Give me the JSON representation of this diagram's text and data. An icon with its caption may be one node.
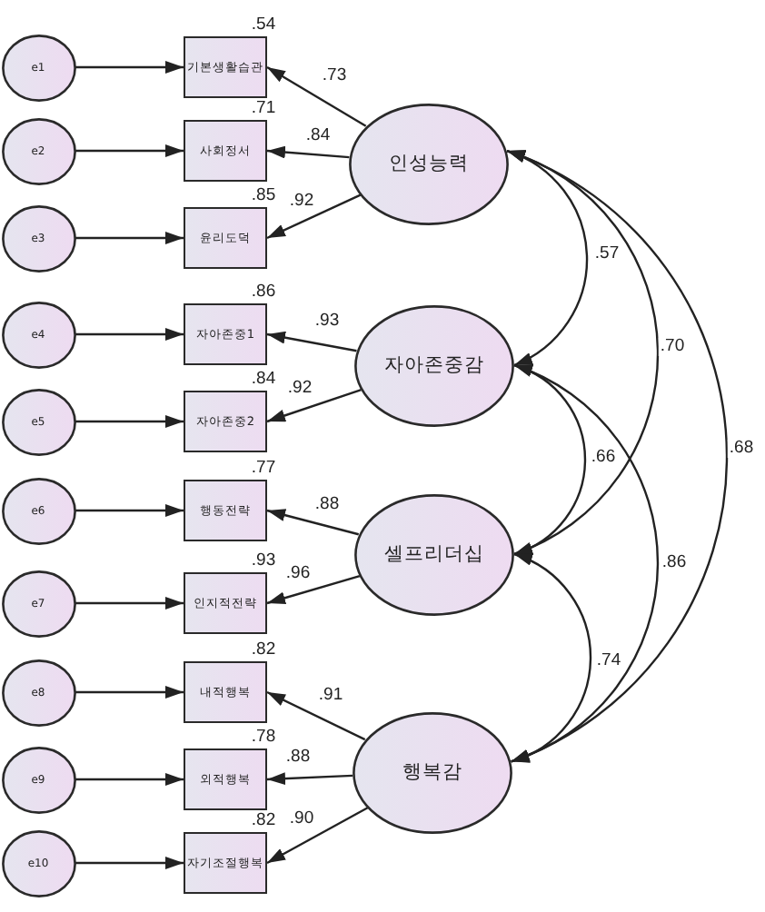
{
  "diagram": {
    "nodes": [
      {
        "text": [
          "e1"
        ]
      },
      {
        "text": [
          "e2"
        ]
      },
      {
        "text": [
          "e3"
        ]
      },
      {
        "text": [
          "e4"
        ]
      },
      {
        "text": [
          "e5"
        ]
      },
      {
        "text": [
          "e6"
        ]
      },
      {
        "text": [
          "e7"
        ]
      },
      {
        "text": [
          "e8"
        ]
      },
      {
        "text": [
          "e9"
        ]
      },
      {
        "text": [
          "e10"
        ]
      },
      {
        "text": [
          "기본생활습관"
        ],
        "beside": [
          ".54"
        ]
      },
      {
        "text": [
          "사회정서"
        ],
        "beside": [
          ".71"
        ]
      },
      {
        "text": [
          "윤리도덕"
        ],
        "beside": [
          ".85"
        ]
      },
      {
        "text": [
          "자아존중1"
        ],
        "beside": [
          ".86"
        ]
      },
      {
        "text": [
          "자아존중2"
        ],
        "beside": [
          ".84"
        ]
      },
      {
        "text": [
          "행동전략"
        ],
        "beside": [
          ".77"
        ]
      },
      {
        "text": [
          "인지적전략"
        ],
        "beside": [
          ".93"
        ]
      },
      {
        "text": [
          "내적행복"
        ],
        "beside": [
          ".82"
        ]
      },
      {
        "text": [
          "외적행복"
        ],
        "beside": [
          ".78"
        ]
      },
      {
        "text": [
          "자기조절행복"
        ],
        "beside": [
          ".82"
        ]
      },
      {
        "text": [
          "인성능력"
        ]
      },
      {
        "text": [
          "자아존중감"
        ]
      },
      {
        "text": [
          "셀프리더십"
        ]
      },
      {
        "text": [
          "행복감"
        ]
      }
    ],
    "edges": [
      {
        "from": 0,
        "to": 10,
        "arrow": "to"
      },
      {
        "from": 1,
        "to": 11,
        "arrow": "to"
      },
      {
        "from": 2,
        "to": 12,
        "arrow": "to"
      },
      {
        "from": 3,
        "to": 13,
        "arrow": "to"
      },
      {
        "from": 4,
        "to": 14,
        "arrow": "to"
      },
      {
        "from": 5,
        "to": 15,
        "arrow": "to"
      },
      {
        "from": 6,
        "to": 16,
        "arrow": "to"
      },
      {
        "from": 7,
        "to": 17,
        "arrow": "to"
      },
      {
        "from": 8,
        "to": 18,
        "arrow": "to"
      },
      {
        "from": 9,
        "to": 19,
        "arrow": "to"
      },
      {
        "from": 20,
        "to": 10,
        "arrow": "to",
        "label": ".73"
      },
      {
        "from": 20,
        "to": 11,
        "arrow": "to",
        "label": ".84"
      },
      {
        "from": 20,
        "to": 12,
        "arrow": "to",
        "label": ".92"
      },
      {
        "from": 21,
        "to": 13,
        "arrow": "to",
        "label": ".93"
      },
      {
        "from": 21,
        "to": 14,
        "arrow": "to",
        "label": ".92"
      },
      {
        "from": 22,
        "to": 15,
        "arrow": "to",
        "label": ".88"
      },
      {
        "from": 22,
        "to": 16,
        "arrow": "to",
        "label": ".96"
      },
      {
        "from": 23,
        "to": 17,
        "arrow": "to",
        "label": ".91"
      },
      {
        "from": 23,
        "to": 18,
        "arrow": "to",
        "label": ".88"
      },
      {
        "from": 23,
        "to": 19,
        "arrow": "to",
        "label": ".90"
      },
      {
        "from": 20,
        "to": 21,
        "arrow": "both",
        "label": ".57"
      },
      {
        "from": 20,
        "to": 22,
        "arrow": "both",
        "label": ".70"
      },
      {
        "from": 20,
        "to": 23,
        "arrow": "both",
        "label": ".68"
      },
      {
        "from": 21,
        "to": 22,
        "arrow": "both",
        "label": ".66"
      },
      {
        "from": 21,
        "to": 23,
        "arrow": "both",
        "label": ".86"
      },
      {
        "from": 22,
        "to": 23,
        "arrow": "both",
        "label": ".74"
      }
    ]
  }
}
